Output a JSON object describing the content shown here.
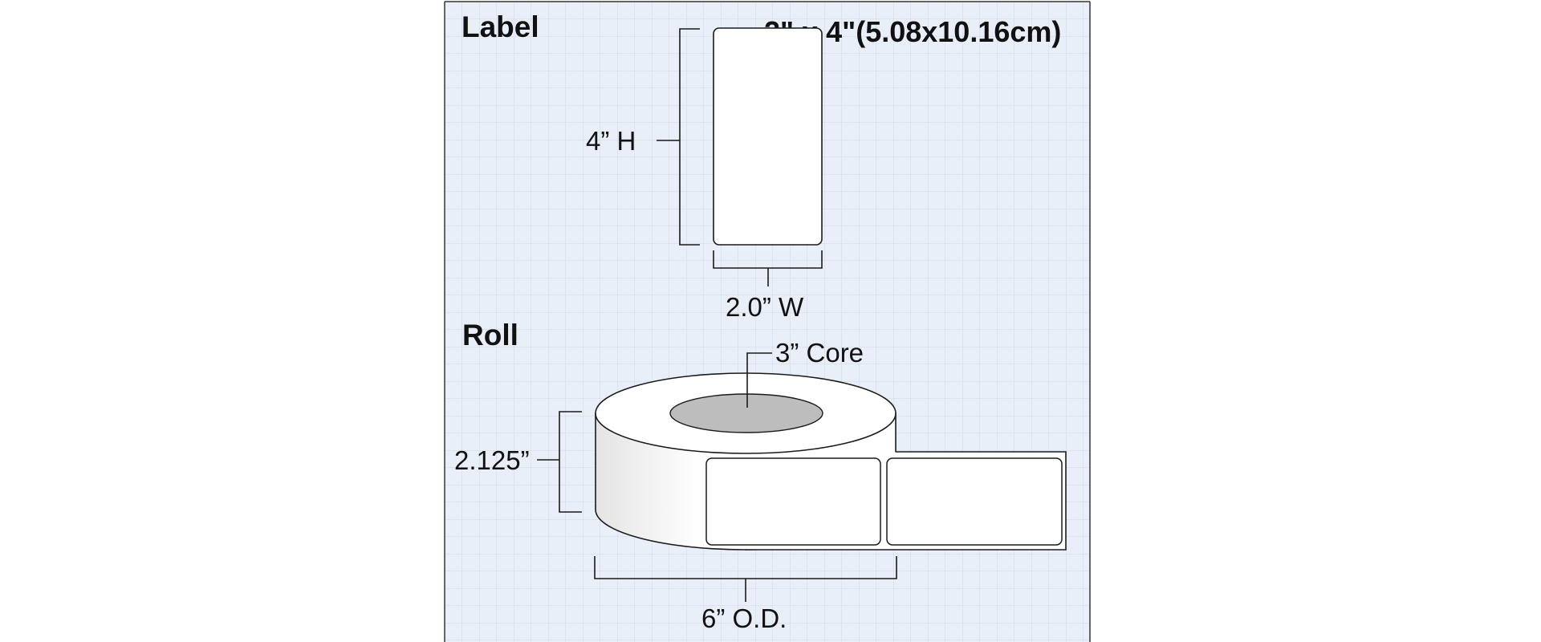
{
  "label_section": {
    "heading": "Label",
    "size_title": "2\" x 4\"(5.08x10.16cm)",
    "height_label": "4” H",
    "width_label": "2.0” W"
  },
  "roll_section": {
    "heading": "Roll",
    "core_label": "3” Core",
    "roll_width_label": "2.125”",
    "outer_diameter_label": "6” O.D."
  },
  "colors": {
    "grid_background": "#e8eff8",
    "grid_line": "#cfd9e6",
    "core_fill": "#bdbdbd",
    "label_fill": "#ffffff",
    "outline": "#1a1a1a"
  }
}
